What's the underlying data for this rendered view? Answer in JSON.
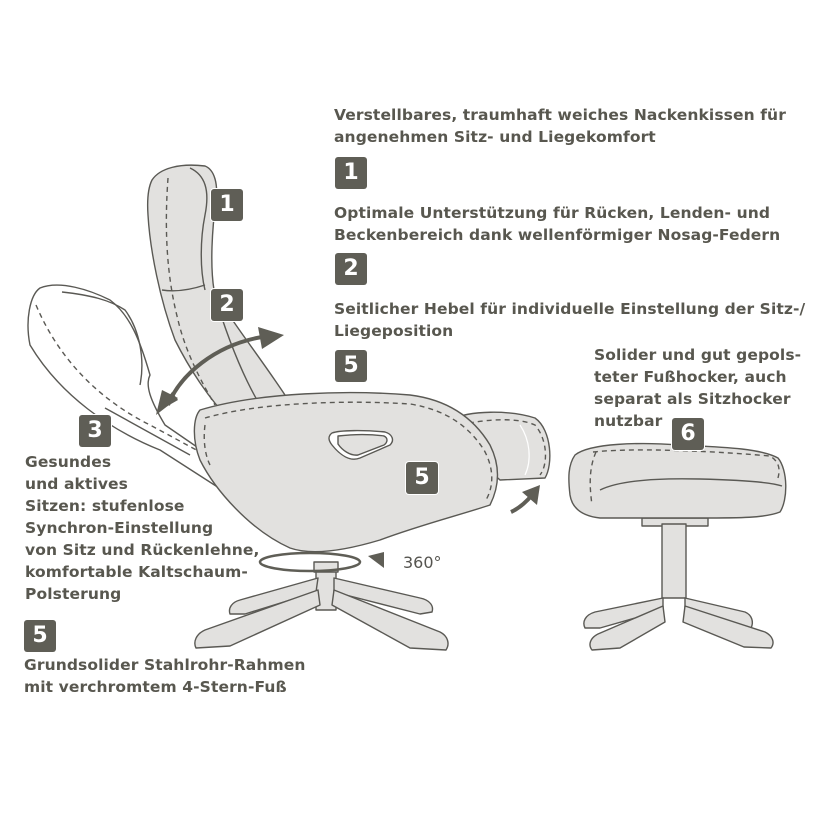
{
  "colors": {
    "badge_bg": "#5f5e56",
    "badge_text": "#ffffff",
    "text": "#58574f",
    "upholstery_fill": "#e2e1df",
    "outline": "#5a5954",
    "arrow": "#5f5e56",
    "background": "#ffffff"
  },
  "features": [
    {
      "number": "1",
      "lines": [
        "Verstellbares, traumhaft weiches Nackenkissen für",
        "angenehmen Sitz- und Liegekomfort"
      ]
    },
    {
      "number": "2",
      "lines": [
        "Optimale Unterstützung für Rücken, Lenden- und",
        "Beckenbereich dank wellenförmiger Nosag-Federn"
      ]
    },
    {
      "number": "5",
      "lines": [
        "Seitlicher Hebel für individuelle Einstellung der Sitz-/",
        "Liegeposition"
      ]
    },
    {
      "number": "6",
      "lines": [
        "Solider und gut gepols-",
        "teter Fußhocker, auch",
        "separat als Sitzhocker",
        "nutzbar"
      ]
    },
    {
      "number": "3",
      "lines": [
        "Gesundes",
        "und aktives",
        "Sitzen: stufenlose",
        "Synchron-Einstellung",
        "von Sitz und Rückenlehne,",
        "komfortable Kaltschaum-",
        "Polsterung"
      ]
    },
    {
      "number": "5",
      "lines": [
        "Grundsolider Stahlrohr-Rahmen",
        "mit verchromtem 4-Stern-Fuß"
      ]
    }
  ],
  "diagram_badges": [
    {
      "number": "1",
      "target": "neck-pillow"
    },
    {
      "number": "2",
      "target": "backrest"
    },
    {
      "number": "3",
      "target": "reclined-backrest"
    },
    {
      "number": "5",
      "target": "side-lever"
    },
    {
      "number": "6",
      "target": "footstool"
    }
  ],
  "rotation_label": "360°",
  "icons": [
    "recline-arrow-icon",
    "footrest-arrow-icon",
    "rotation-arrow-icon"
  ]
}
